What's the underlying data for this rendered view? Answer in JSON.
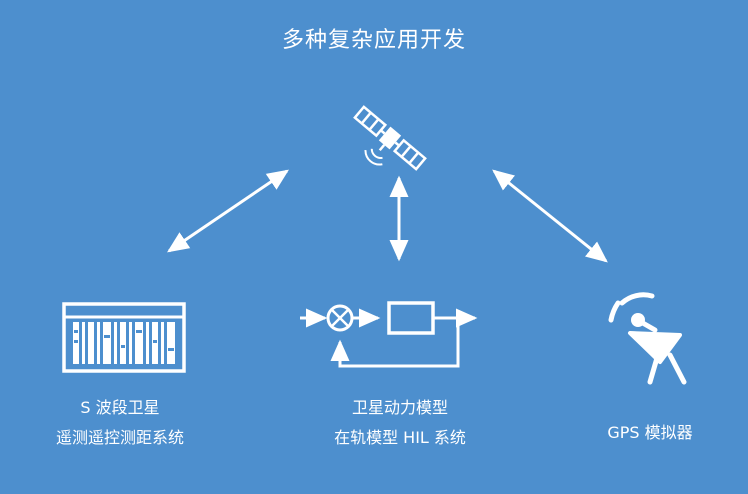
{
  "title": "多种复杂应用开发",
  "nodes": {
    "satellite": {
      "icon": "satellite-icon"
    },
    "left": {
      "icon": "rack-system-icon",
      "line1": "S 波段卫星",
      "line2": "遥测遥控测距系统"
    },
    "middle": {
      "icon": "control-loop-icon",
      "line1": "卫星动力模型",
      "line2": "在轨模型 HIL 系统"
    },
    "right": {
      "icon": "satellite-dish-icon",
      "line1": "GPS 模拟器"
    }
  },
  "colors": {
    "background": "#4d8fce",
    "foreground": "#ffffff"
  }
}
